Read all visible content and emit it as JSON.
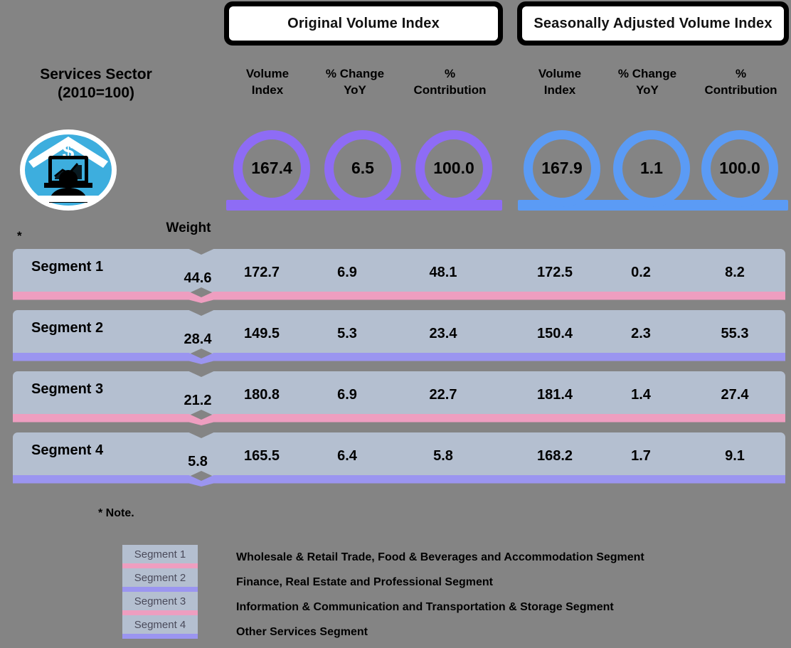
{
  "banners": {
    "original": "Original Volume Index",
    "seasonal": "Seasonally Adjusted Volume Index"
  },
  "title": {
    "line1": "Services Sector",
    "line2": "(2010=100)"
  },
  "icon": {
    "name": "services-sector-icon",
    "circle_color": "#3DAEDE",
    "ring_color": "#FFFFFF"
  },
  "columns": {
    "weight": "Weight",
    "original": [
      {
        "line1": "Volume",
        "line2": "Index"
      },
      {
        "line1": "% Change",
        "line2": "YoY"
      },
      {
        "line1": "%",
        "line2": "Contribution"
      }
    ],
    "seasonal": [
      {
        "line1": "Volume",
        "line2": "Index"
      },
      {
        "line1": "% Change",
        "line2": "YoY"
      },
      {
        "line1": "%",
        "line2": "Contribution"
      }
    ]
  },
  "kpi": {
    "original": {
      "color": "#8E6CF5",
      "rings": [
        {
          "label": "volume-index",
          "value": "167.4"
        },
        {
          "label": "pct-change-yoy",
          "value": "6.5"
        },
        {
          "label": "pct-contribution",
          "value": "100.0"
        }
      ]
    },
    "seasonal": {
      "color": "#5B9BF5",
      "rings": [
        {
          "label": "volume-index",
          "value": "167.9"
        },
        {
          "label": "pct-change-yoy",
          "value": "1.1"
        },
        {
          "label": "pct-contribution",
          "value": "100.0"
        }
      ]
    }
  },
  "table_asterisk": "*",
  "rows": [
    {
      "name": "Segment 1",
      "weight": "44.6",
      "stripe_color": "#EE9EC0",
      "orig_volume_index": "172.7",
      "orig_pct_change": "6.9",
      "orig_pct_contribution": "48.1",
      "sa_volume_index": "172.5",
      "sa_pct_change": "0.2",
      "sa_pct_contribution": "8.2"
    },
    {
      "name": "Segment 2",
      "weight": "28.4",
      "stripe_color": "#9B95F0",
      "orig_volume_index": "149.5",
      "orig_pct_change": "5.3",
      "orig_pct_contribution": "23.4",
      "sa_volume_index": "150.4",
      "sa_pct_change": "2.3",
      "sa_pct_contribution": "55.3"
    },
    {
      "name": "Segment 3",
      "weight": "21.2",
      "stripe_color": "#EE9EC0",
      "orig_volume_index": "180.8",
      "orig_pct_change": "6.9",
      "orig_pct_contribution": "22.7",
      "sa_volume_index": "181.4",
      "sa_pct_change": "1.4",
      "sa_pct_contribution": "27.4"
    },
    {
      "name": "Segment 4",
      "weight": "5.8",
      "stripe_color": "#9B95F0",
      "orig_volume_index": "165.5",
      "orig_pct_change": "6.4",
      "orig_pct_contribution": "5.8",
      "sa_volume_index": "168.2",
      "sa_pct_change": "1.7",
      "sa_pct_contribution": "9.1"
    }
  ],
  "note": "* Note.",
  "legend": [
    {
      "key": "Segment 1",
      "rule_color": "#EE9EC0",
      "description": "Wholesale & Retail Trade, Food & Beverages and Accommodation Segment"
    },
    {
      "key": "Segment 2",
      "rule_color": "#9B95F0",
      "description": "Finance, Real Estate and Professional Segment"
    },
    {
      "key": "Segment 3",
      "rule_color": "#EE9EC0",
      "description": "Information & Communication and Transportation & Storage Segment"
    },
    {
      "key": "Segment 4",
      "rule_color": "#9B95F0",
      "description": "Other Services Segment"
    }
  ],
  "chart_data": {
    "type": "table",
    "title": "Services Sector (2010=100)",
    "categories": [
      "Segment 1",
      "Segment 2",
      "Segment 3",
      "Segment 4"
    ],
    "columns": [
      "Weight",
      "Volume Index",
      "% Change YoY",
      "% Contribution",
      "Volume Index",
      "% Change YoY",
      "% Contribution"
    ],
    "series": [
      {
        "name": "Weight",
        "values": [
          44.6,
          28.4,
          21.2,
          5.8
        ]
      },
      {
        "name": "Original Volume Index",
        "values": [
          172.7,
          149.5,
          180.8,
          165.5
        ]
      },
      {
        "name": "Original % Change YoY",
        "values": [
          6.9,
          5.3,
          6.9,
          6.4
        ]
      },
      {
        "name": "Original % Contribution",
        "values": [
          48.1,
          23.4,
          22.7,
          5.8
        ]
      },
      {
        "name": "Seasonally Adjusted Volume Index",
        "values": [
          172.5,
          150.4,
          181.4,
          168.2
        ]
      },
      {
        "name": "Seasonally Adjusted % Change YoY",
        "values": [
          0.2,
          2.3,
          1.4,
          1.7
        ]
      },
      {
        "name": "Seasonally Adjusted % Contribution",
        "values": [
          8.2,
          55.3,
          27.4,
          9.1
        ]
      }
    ],
    "totals": {
      "Original Volume Index": 167.4,
      "Original % Change YoY": 6.5,
      "Original % Contribution": 100.0,
      "Seasonally Adjusted Volume Index": 167.9,
      "Seasonally Adjusted % Change YoY": 1.1,
      "Seasonally Adjusted % Contribution": 100.0
    }
  }
}
